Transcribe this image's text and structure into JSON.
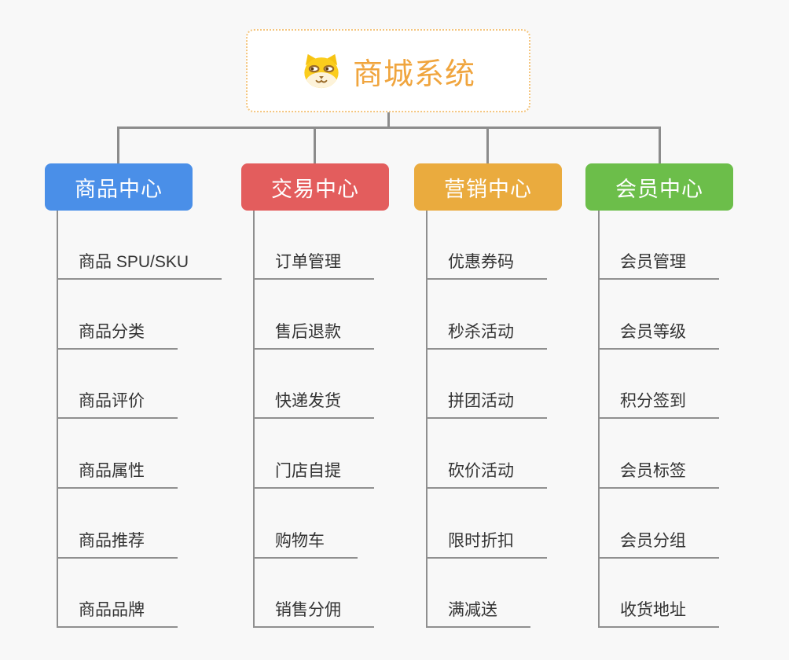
{
  "background_color": "#f8f8f8",
  "connector_color": "#8c8c8c",
  "underline_color": "#909090",
  "leaf_text_color": "#333333",
  "root": {
    "title": "商城系统",
    "icon": "dog-face-icon",
    "text_color": "#f0a53e",
    "border_color": "#f4c57e",
    "background": "#ffffff"
  },
  "branches": [
    {
      "label": "商品中心",
      "color": "#4a8fe8",
      "children": [
        "商品 SPU/SKU",
        "商品分类",
        "商品评价",
        "商品属性",
        "商品推荐",
        "商品品牌"
      ]
    },
    {
      "label": "交易中心",
      "color": "#e35d5d",
      "children": [
        "订单管理",
        "售后退款",
        "快递发货",
        "门店自提",
        "购物车",
        "销售分佣"
      ]
    },
    {
      "label": "营销中心",
      "color": "#eaab3e",
      "children": [
        "优惠券码",
        "秒杀活动",
        "拼团活动",
        "砍价活动",
        "限时折扣",
        "满减送"
      ]
    },
    {
      "label": "会员中心",
      "color": "#6cbe4a",
      "children": [
        "会员管理",
        "会员等级",
        "积分签到",
        "会员标签",
        "会员分组",
        "收货地址"
      ]
    }
  ]
}
